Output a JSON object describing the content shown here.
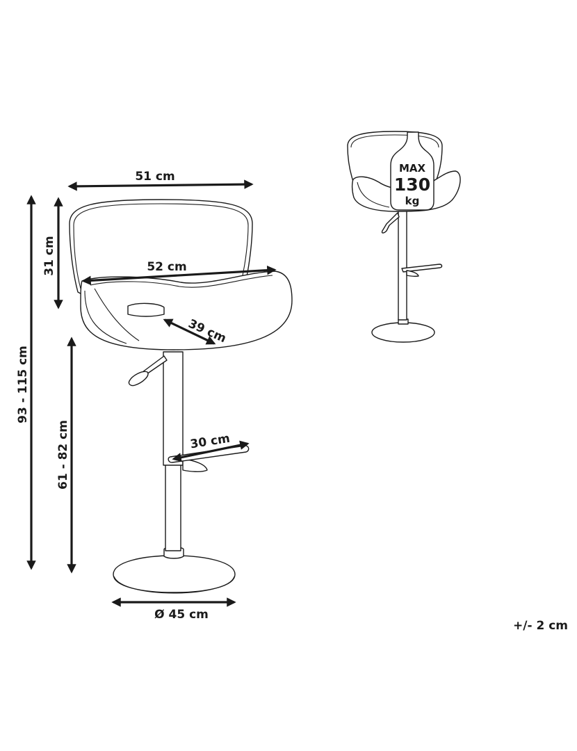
{
  "dimensions": {
    "seat_width": "51 cm",
    "backrest_height": "31 cm",
    "seat_outer_width": "52 cm",
    "seat_depth": "39 cm",
    "total_height": "93 - 115 cm",
    "seat_height": "61 - 82 cm",
    "footrest_width": "30 cm",
    "base_diameter": "Ø 45 cm"
  },
  "load_badge": {
    "max": "MAX",
    "value": "130",
    "unit": "kg"
  },
  "tolerance": "+/- 2 cm"
}
